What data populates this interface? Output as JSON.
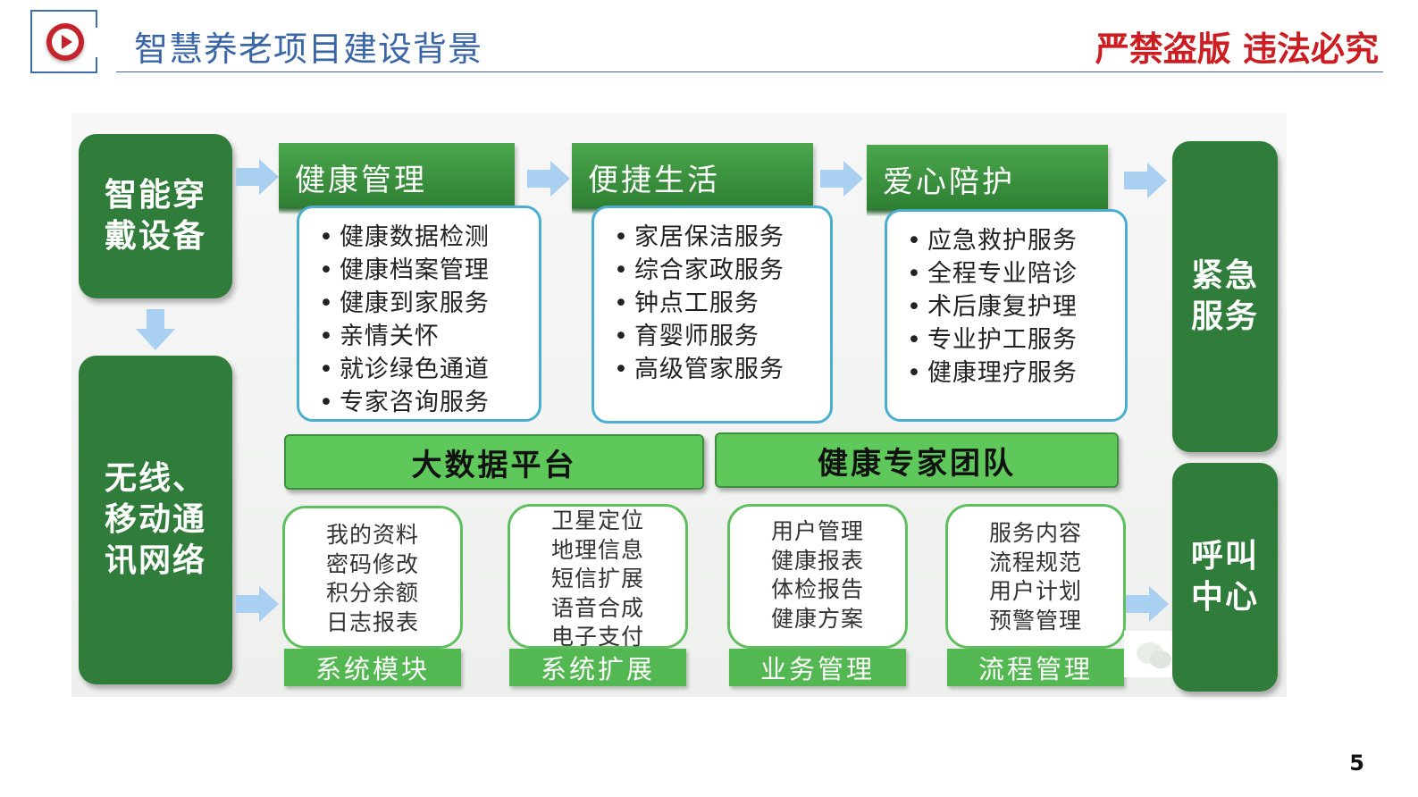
{
  "header": {
    "title": "智慧养老项目建设背景",
    "warning": "严禁盗版  违法必究",
    "page_number": "5"
  },
  "diagram": {
    "left_column": {
      "top_block": "智能穿\n戴设备",
      "bottom_block": "无线、\n移动通\n讯网络"
    },
    "right_column": {
      "top_block": "紧急\n服务",
      "bottom_block": "呼叫\n中心"
    },
    "sections": [
      {
        "title": "健康管理",
        "items": [
          "健康数据检测",
          "健康档案管理",
          "健康到家服务",
          "亲情关怀",
          "就诊绿色通道",
          "专家咨询服务"
        ]
      },
      {
        "title": "便捷生活",
        "items": [
          "家居保洁服务",
          "综合家政服务",
          "钟点工服务",
          "育婴师服务",
          "高级管家服务"
        ]
      },
      {
        "title": "爱心陪护",
        "items": [
          "应急救护服务",
          "全程专业陪诊",
          "术后康复护理",
          "专业护工服务",
          "健康理疗服务"
        ]
      }
    ],
    "platform_bars": [
      "大数据平台",
      "健康专家团队"
    ],
    "modules": [
      {
        "label": "系统模块",
        "items": [
          "我的资料",
          "密码修改",
          "积分余额",
          "日志报表"
        ]
      },
      {
        "label": "系统扩展",
        "items": [
          "卫星定位",
          "地理信息",
          "短信扩展",
          "语音合成",
          "电子支付"
        ]
      },
      {
        "label": "业务管理",
        "items": [
          "用户管理",
          "健康报表",
          "体检报告",
          "健康方案"
        ]
      },
      {
        "label": "流程管理",
        "items": [
          "服务内容",
          "流程规范",
          "用户计划",
          "预警管理"
        ]
      }
    ],
    "colors": {
      "dark_green": "#2f7c3b",
      "bright_green": "#5fc85a",
      "box_border_blue": "#4aaed0",
      "arrow_blue": "#a9cff1",
      "title_blue": "#3a66a8",
      "warning_red": "#cc1d22"
    }
  }
}
